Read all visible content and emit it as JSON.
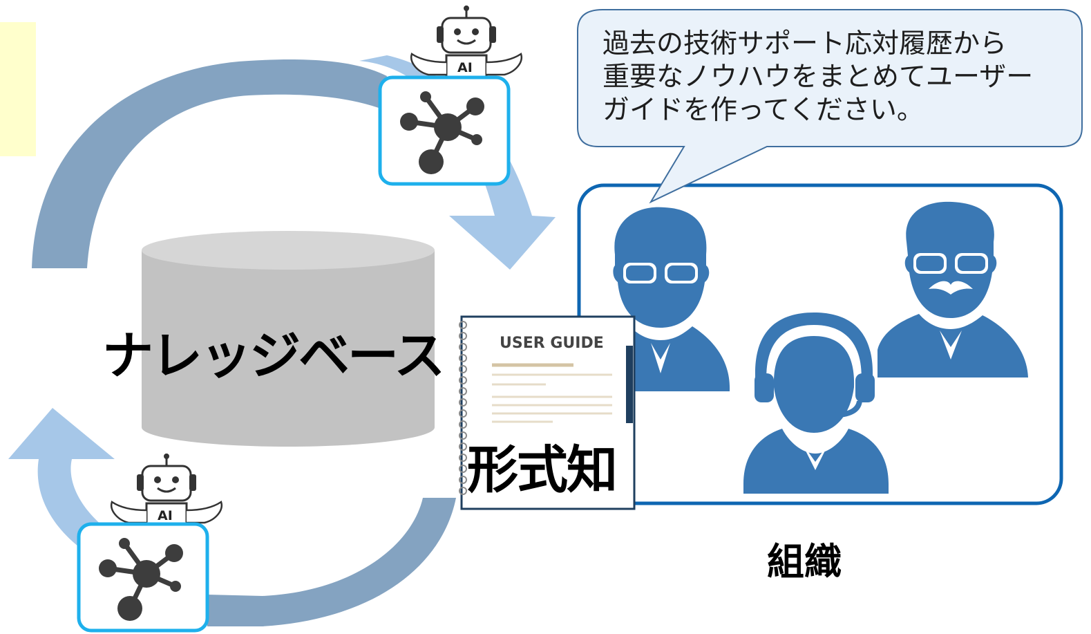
{
  "colors": {
    "arrow_dark": "#6f93b6",
    "arrow_light": "#a6c7e8",
    "bubble_fill": "#eaf2fa",
    "bubble_stroke": "#3f6e9e",
    "org_frame": "#0e66b2",
    "ai_frame": "#1eb0ec",
    "person": "#3a78b4",
    "cylinder": "#c2c2c2",
    "cylinder_top": "#d6d6d6"
  },
  "knowledge_base": {
    "label": "ナレッジベース"
  },
  "user_guide": {
    "title": "USER GUIDE"
  },
  "explicit_knowledge": {
    "label": "形式知"
  },
  "speech_bubble": {
    "text": "過去の技術サポート応対履歴から\n重要なノウハウをまとめてユーザー\nガイドを作ってください。"
  },
  "organization": {
    "label": "組織"
  },
  "ai_agents": [
    {
      "badge": "AI",
      "icon": "network-hub-icon"
    },
    {
      "badge": "AI",
      "icon": "network-hub-icon"
    }
  ],
  "icons": [
    "robot-icon",
    "network-hub-icon",
    "person-glasses-icon",
    "person-mustache-icon",
    "headset-operator-icon"
  ]
}
